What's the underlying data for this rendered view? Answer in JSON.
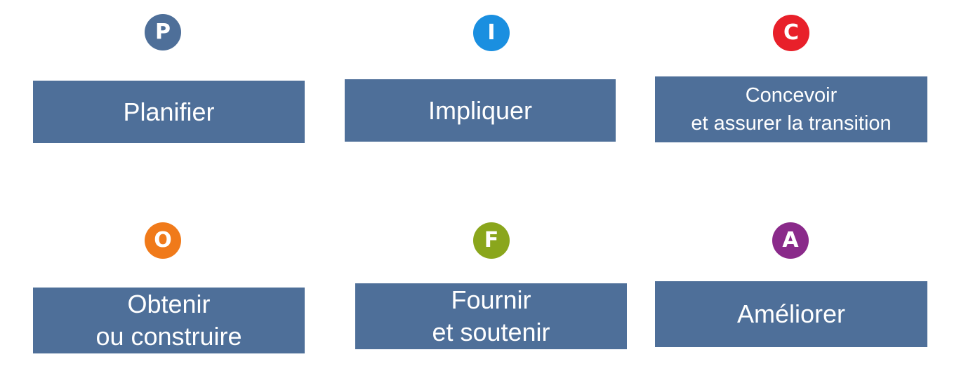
{
  "steps": [
    {
      "letter": "P",
      "color": "#4e6f99",
      "lines": [
        "Planifier"
      ]
    },
    {
      "letter": "I",
      "color": "#1a8fe0",
      "lines": [
        "Impliquer"
      ]
    },
    {
      "letter": "C",
      "color": "#e8202a",
      "lines": [
        "Concevoir",
        "et assurer la transition"
      ]
    },
    {
      "letter": "O",
      "color": "#f07a1a",
      "lines": [
        "Obtenir",
        "ou construire"
      ]
    },
    {
      "letter": "F",
      "color": "#8aa61c",
      "lines": [
        "Fournir",
        "et soutenir"
      ]
    },
    {
      "letter": "A",
      "color": "#8a2a8a",
      "lines": [
        "Améliorer"
      ]
    }
  ],
  "card_color": "#4e6f99"
}
